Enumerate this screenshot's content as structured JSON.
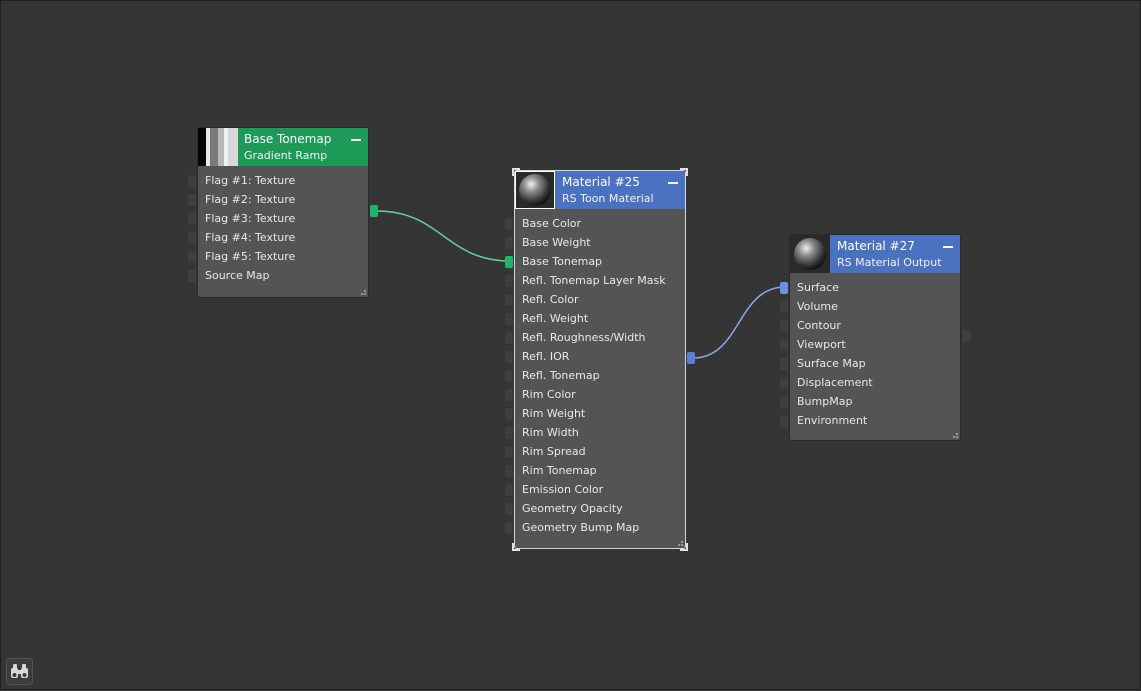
{
  "nodes": {
    "base_tonemap": {
      "title": "Base Tonemap",
      "subtitle": "Gradient Ramp",
      "color": "#1d9a58",
      "ports": [
        "Flag #1: Texture",
        "Flag #2: Texture",
        "Flag #3: Texture",
        "Flag #4: Texture",
        "Flag #5: Texture",
        "Source Map"
      ]
    },
    "material_25": {
      "title": "Material #25",
      "subtitle": "RS Toon Material",
      "color": "#4b72c0",
      "ports": [
        "Base Color",
        "Base Weight",
        "Base Tonemap",
        "Refl. Tonemap Layer Mask",
        "Refl. Color",
        "Refl. Weight",
        "Refl. Roughness/Width",
        "Refl. IOR",
        "Refl. Tonemap",
        "Rim Color",
        "Rim Weight",
        "Rim Width",
        "Rim Spread",
        "Rim Tonemap",
        "Emission Color",
        "Geometry Opacity",
        "Geometry Bump Map"
      ]
    },
    "material_27": {
      "title": "Material #27",
      "subtitle": "RS Material Output",
      "color": "#4b72c0",
      "ports": [
        "Surface",
        "Volume",
        "Contour",
        "Viewport",
        "Surface Map",
        "Displacement",
        "BumpMap",
        "Environment"
      ]
    }
  },
  "colors": {
    "background": "#353535",
    "node_body": "#545454",
    "wire_green": "#5fd0a0",
    "wire_blue": "#8aa8e8"
  },
  "toolbar": {
    "find_icon": "binoculars-icon"
  }
}
